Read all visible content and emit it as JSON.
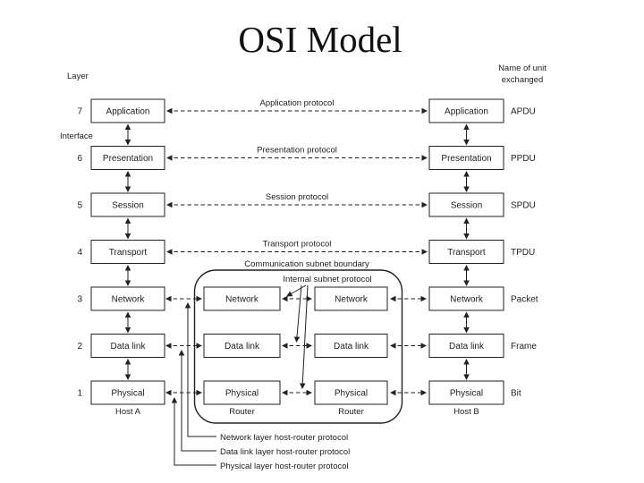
{
  "title": "OSI Model",
  "labels": {
    "layer": "Layer",
    "interface": "Interface",
    "unit_header_line1": "Name of unit",
    "unit_header_line2": "exchanged",
    "comm_subnet_boundary": "Communication subnet boundary",
    "internal_subnet_protocol": "Internal subnet protocol"
  },
  "layers": [
    {
      "number": "7",
      "name": "Application",
      "protocol": "Application protocol",
      "unit": "APDU"
    },
    {
      "number": "6",
      "name": "Presentation",
      "protocol": "Presentation protocol",
      "unit": "PPDU"
    },
    {
      "number": "5",
      "name": "Session",
      "protocol": "Session protocol",
      "unit": "SPDU"
    },
    {
      "number": "4",
      "name": "Transport",
      "protocol": "Transport protocol",
      "unit": "TPDU"
    },
    {
      "number": "3",
      "name": "Network",
      "unit": "Packet"
    },
    {
      "number": "2",
      "name": "Data link",
      "unit": "Frame"
    },
    {
      "number": "1",
      "name": "Physical",
      "unit": "Bit"
    }
  ],
  "router_layers": [
    "Network",
    "Data link",
    "Physical"
  ],
  "footers": {
    "host_a": "Host A",
    "router1": "Router",
    "router2": "Router",
    "host_b": "Host B"
  },
  "callouts": [
    "Network layer host-router protocol",
    "Data link layer host-router protocol",
    "Physical layer host-router protocol"
  ],
  "colors": {
    "ink": "#222222",
    "background": "#ffffff"
  }
}
